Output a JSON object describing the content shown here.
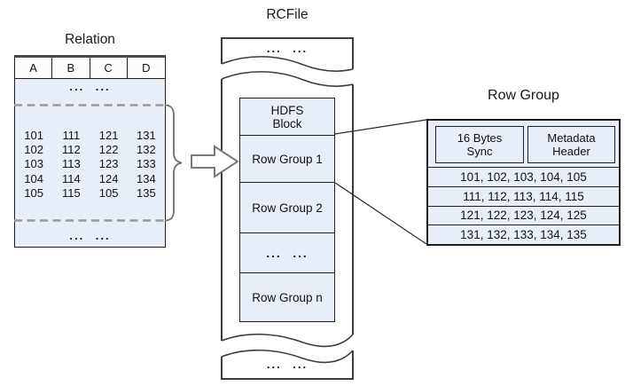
{
  "titles": {
    "relation": "Relation",
    "rcfile": "RCFile",
    "row_group": "Row Group"
  },
  "ellipsis": "... ...",
  "relation_table": {
    "columns": [
      "A",
      "B",
      "C",
      "D"
    ],
    "rows": [
      [
        "101",
        "111",
        "121",
        "131"
      ],
      [
        "102",
        "112",
        "122",
        "132"
      ],
      [
        "103",
        "113",
        "123",
        "133"
      ],
      [
        "104",
        "114",
        "124",
        "134"
      ],
      [
        "105",
        "115",
        "105",
        "135"
      ]
    ]
  },
  "rcfile": {
    "top_ellipsis": "... ...",
    "hdfs_block": [
      "HDFS",
      "Block"
    ],
    "row_groups": [
      "Row Group 1",
      "Row Group 2",
      "... ...",
      "Row Group n"
    ],
    "bottom_ellipsis": "... ..."
  },
  "row_group_detail": {
    "sync_box": [
      "16 Bytes",
      "Sync"
    ],
    "metadata_box": [
      "Metadata",
      "Header"
    ],
    "rows": [
      "101, 102, 103, 104, 105",
      "111, 112, 113, 114, 115",
      "121, 122, 123, 124, 125",
      "131, 132, 133, 134, 135"
    ]
  },
  "colors": {
    "box_fill": "#e8eef7",
    "header_fill": "#fbfcfe",
    "border_dark": "#1f1f1f",
    "container_gray": "#3d3d3d",
    "accent_gray": "#8a8a8a"
  }
}
